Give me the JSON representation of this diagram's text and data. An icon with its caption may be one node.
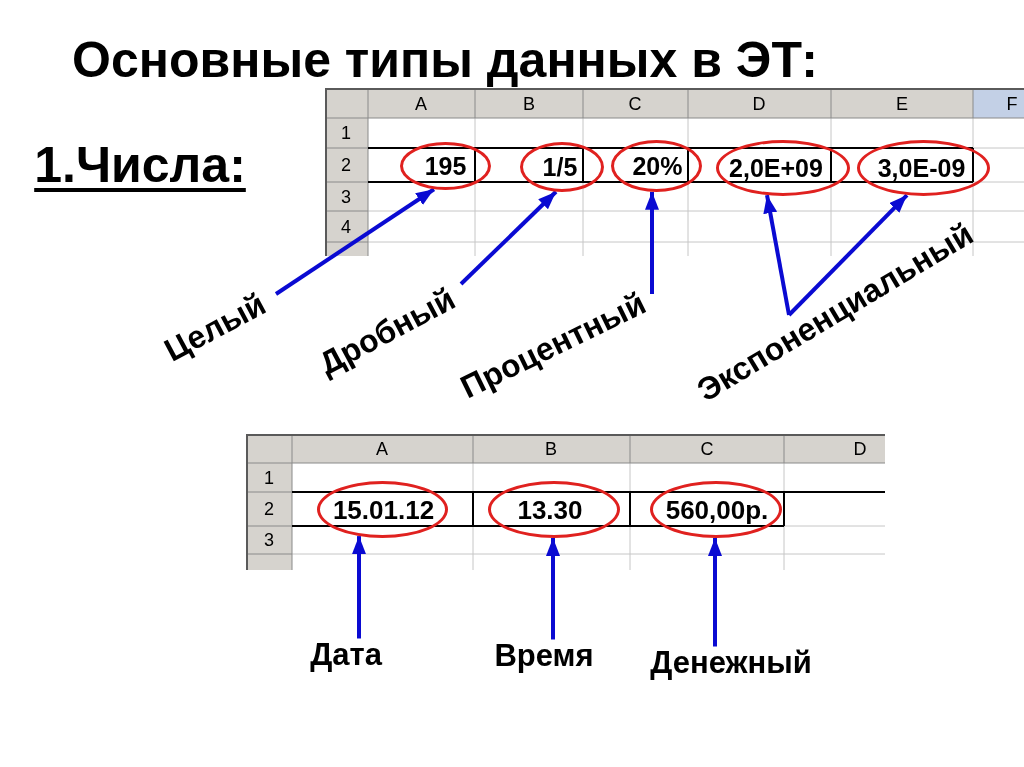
{
  "diagram": {
    "title": "Основные типы данных в ЭТ:",
    "nodes": [
      {
        "text": [
          "195"
        ]
      },
      {
        "text": [
          "1/5"
        ]
      },
      {
        "text": [
          "20%"
        ]
      },
      {
        "text": [
          "2,0E+09"
        ]
      },
      {
        "text": [
          "3,0E-09"
        ]
      },
      {
        "text": [
          "Целый"
        ]
      },
      {
        "text": [
          "Дробный"
        ]
      },
      {
        "text": [
          "Процентный"
        ]
      },
      {
        "text": [
          "Экспоненциальный"
        ]
      },
      {
        "text": [
          "15.01.12"
        ]
      },
      {
        "text": [
          "13.30"
        ]
      },
      {
        "text": [
          "560,00р."
        ]
      },
      {
        "text": [
          "Дата"
        ]
      },
      {
        "text": [
          "Время"
        ]
      },
      {
        "text": [
          "Денежный"
        ]
      }
    ],
    "edges": [
      {
        "from": 5,
        "to": 0,
        "arrow": "to"
      },
      {
        "from": 6,
        "to": 1,
        "arrow": "to"
      },
      {
        "from": 7,
        "to": 2,
        "arrow": "to"
      },
      {
        "from": 8,
        "to": 3,
        "arrow": "to"
      },
      {
        "from": 8,
        "to": 4,
        "arrow": "to"
      },
      {
        "from": 12,
        "to": 9,
        "arrow": "to"
      },
      {
        "from": 13,
        "to": 10,
        "arrow": "to"
      },
      {
        "from": 14,
        "to": 11,
        "arrow": "to"
      }
    ],
    "labels": [
      "1.Числа:",
      "A",
      "B",
      "C",
      "D",
      "E",
      "F",
      "1",
      "2",
      "3",
      "4",
      "A",
      "B",
      "C",
      "D",
      "1",
      "2",
      "3"
    ]
  }
}
